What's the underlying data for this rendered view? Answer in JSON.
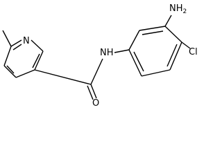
{
  "molecule": {
    "atoms": {
      "nitrogen_ring": "N",
      "amide_nitrogen": "NH",
      "carbonyl_oxygen": "O",
      "amino_group_N": "NH",
      "amino_group_sub": "2",
      "chlorine": "Cl"
    }
  }
}
